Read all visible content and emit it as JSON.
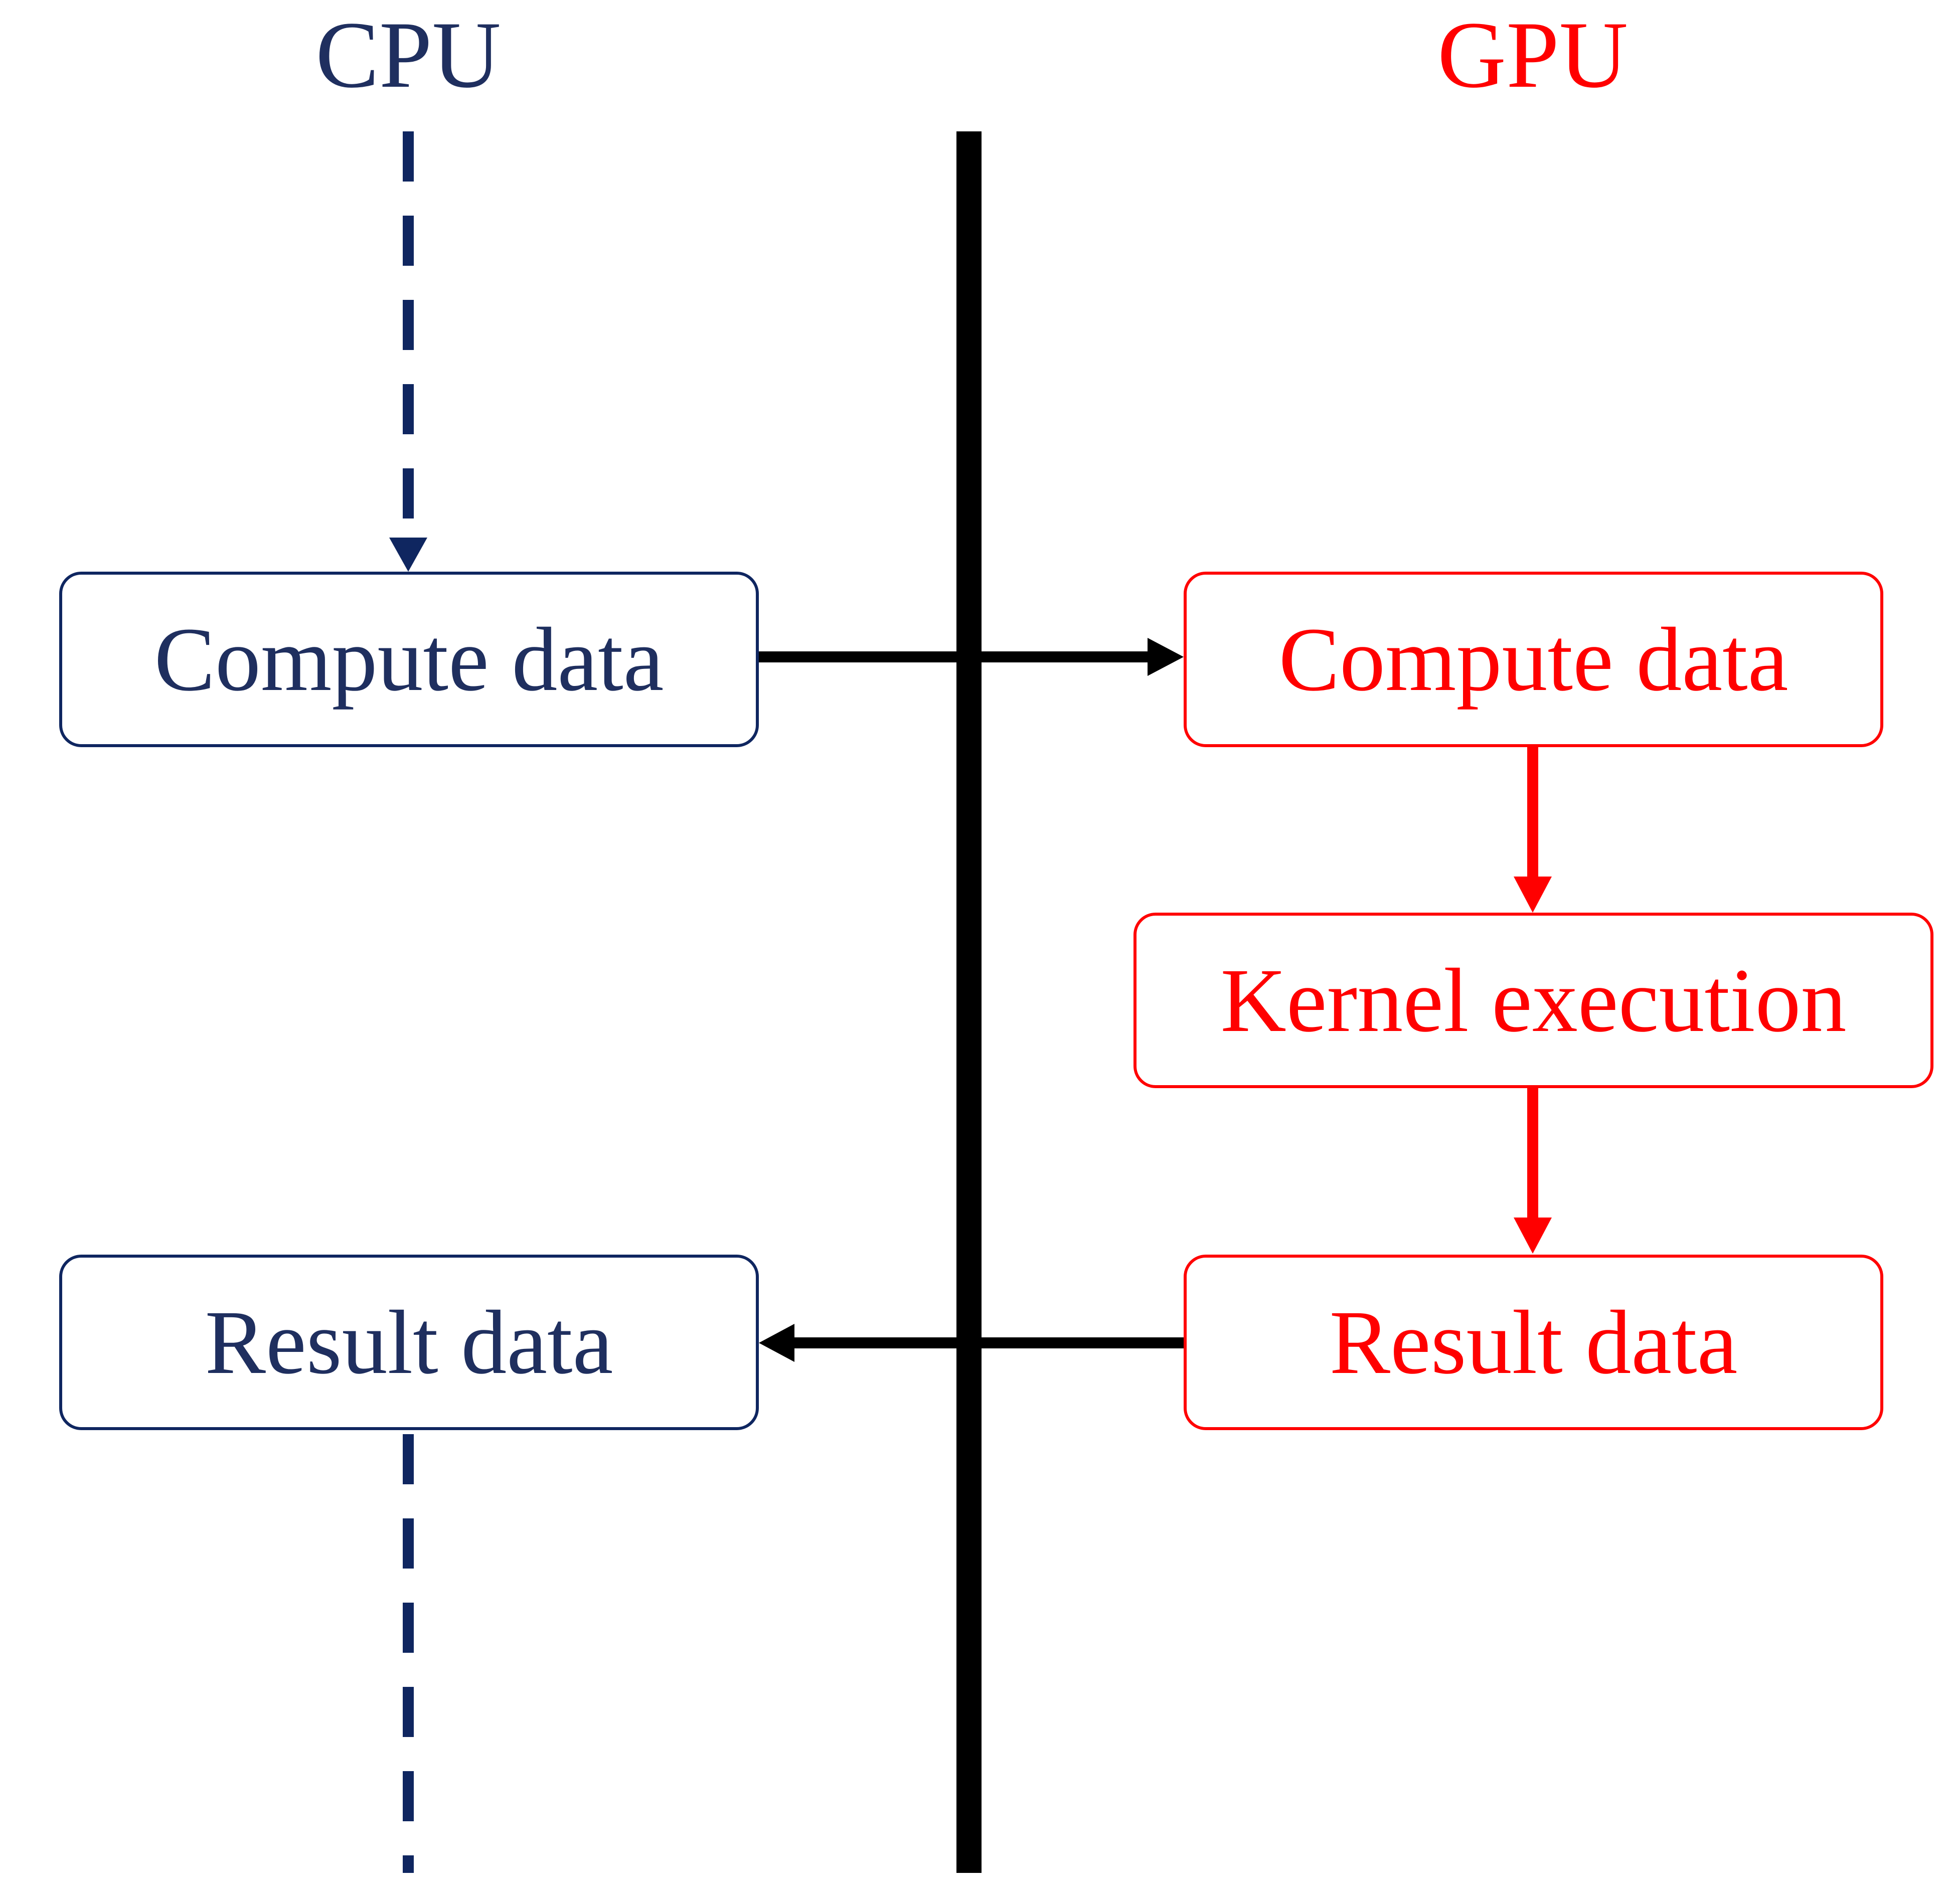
{
  "colors": {
    "cpu": "#1f2f5f",
    "cpu_line": "#0f2660",
    "gpu": "#ff0000",
    "divider": "#000000"
  },
  "lanes": {
    "cpu": {
      "title": "CPU"
    },
    "gpu": {
      "title": "GPU"
    }
  },
  "nodes": {
    "cpu_compute": {
      "label": "Compute data"
    },
    "cpu_result": {
      "label": "Result data"
    },
    "gpu_compute": {
      "label": "Compute data"
    },
    "gpu_kernel": {
      "label": "Kernel execution"
    },
    "gpu_result": {
      "label": "Result data"
    }
  }
}
